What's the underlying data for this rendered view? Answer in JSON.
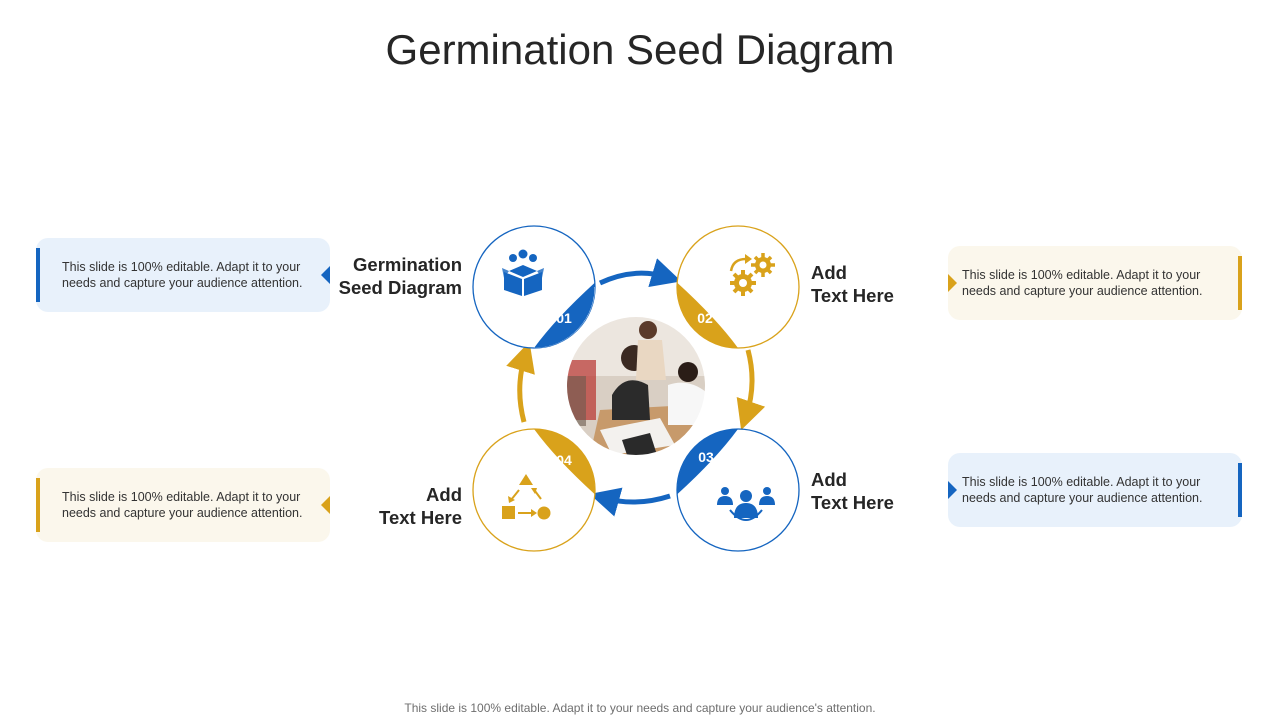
{
  "title": "Germination Seed Diagram",
  "footer": "This slide is 100% editable. Adapt it to your needs and capture your audience's attention.",
  "colors": {
    "blue": "#1565c0",
    "yellow": "#d9a21b",
    "blue_bg": "#e8f1fb",
    "yellow_bg": "#fbf7ec"
  },
  "steps": [
    {
      "number": "01",
      "label_line1": "Germination",
      "label_line2": "Seed Diagram",
      "icon": "box-people-icon",
      "description": "This slide is 100% editable. Adapt it to your needs and capture your audience attention."
    },
    {
      "number": "02",
      "label_line1": "Add",
      "label_line2": "Text Here",
      "icon": "gears-icon",
      "description": "This slide is 100% editable. Adapt it to your needs and capture your audience attention."
    },
    {
      "number": "03",
      "label_line1": "Add",
      "label_line2": "Text Here",
      "icon": "team-icon",
      "description": "This slide is 100% editable. Adapt it to your needs and capture your audience attention."
    },
    {
      "number": "04",
      "label_line1": "Add",
      "label_line2": "Text Here",
      "icon": "shapes-process-icon",
      "description": "This slide is 100% editable. Adapt it to your needs and capture your audience attention."
    }
  ],
  "center_image": "team-working-photo"
}
